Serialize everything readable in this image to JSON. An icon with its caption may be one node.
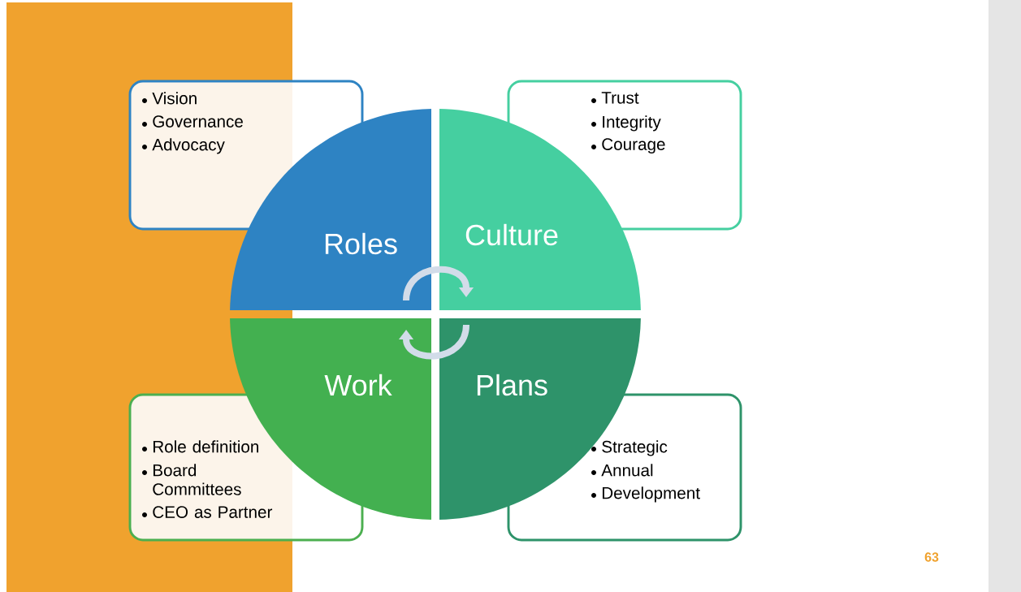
{
  "diagram": {
    "nodes": [
      {
        "text": [
          "Vision",
          "Governance",
          "Advocacy"
        ]
      },
      {
        "text": [
          "Trust",
          "Integrity",
          "Courage"
        ]
      },
      {
        "text": [
          "Roles"
        ]
      },
      {
        "text": [
          "Culture"
        ]
      },
      {
        "text": [
          "Work"
        ]
      },
      {
        "text": [
          "Plans"
        ]
      },
      {
        "text": [
          "Role definition",
          "Board Committees",
          "CEO as Partner"
        ]
      },
      {
        "text": [
          "Strategic",
          "Annual",
          "Development"
        ]
      }
    ],
    "edges": [
      {
        "from": 2,
        "to": 3,
        "arrow": "to"
      },
      {
        "from": 5,
        "to": 4,
        "arrow": "to"
      }
    ],
    "labels": [
      "63"
    ]
  }
}
